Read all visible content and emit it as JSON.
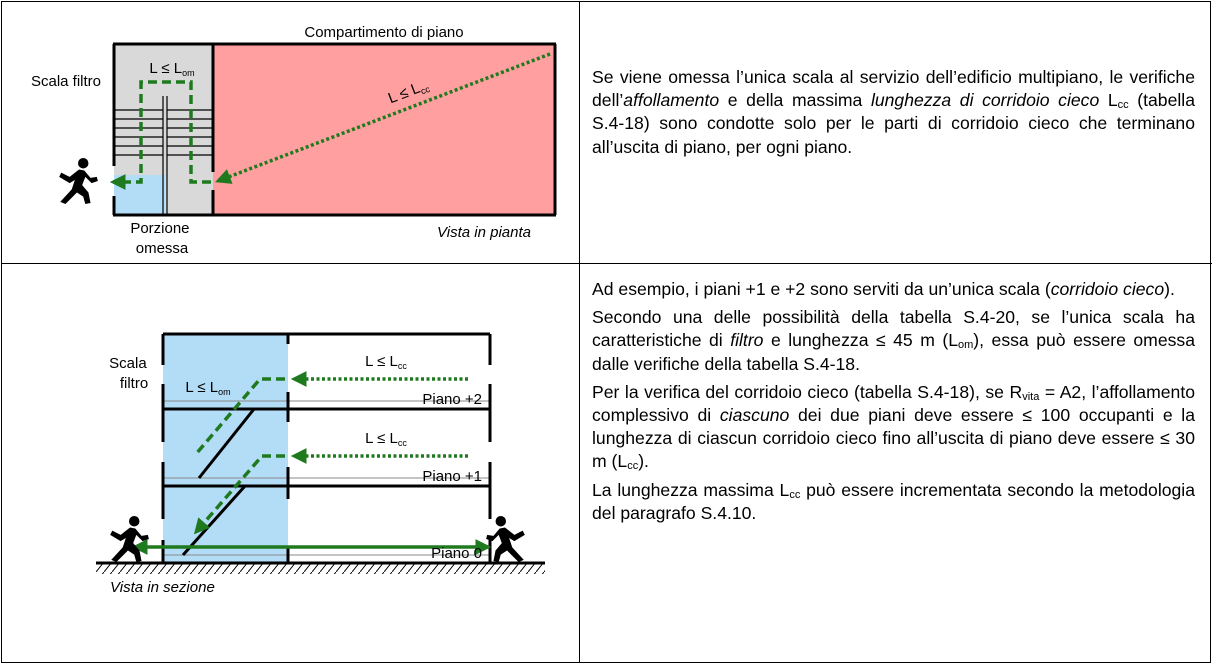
{
  "panel_top": {
    "diagram": {
      "title": "Compartimento di piano",
      "stair_label": "Scala filtro",
      "stair_distance_label": "L ≤ L",
      "stair_distance_sub": "om",
      "corridor_distance_label": "L ≤ L",
      "corridor_distance_sub": "cc",
      "omitted_label_line1": "Porzione",
      "omitted_label_line2": "omessa",
      "view_label": "Vista in pianta",
      "icons": [
        "running-person-icon"
      ],
      "colors": {
        "compartment": "#ff9f9f",
        "stair": "#d9d9d9",
        "omitted": "#b3dcf6",
        "arrow": "#1f7a1f"
      }
    },
    "text": {
      "p1_a": "Se viene omessa l’unica scala al servizio dell’edificio multipiano, le verifiche dell’",
      "p1_i1": "affollamento",
      "p1_b": " e della massima ",
      "p1_i2": "lunghezza di corridoio cieco",
      "p1_c": " L",
      "p1_sub": "cc",
      "p1_d": " (tabella S.4-18) sono condotte solo per le parti di corridoio cieco che terminano all’uscita di piano, per ogni piano."
    }
  },
  "panel_bottom": {
    "diagram": {
      "stair_label_line1": "Scala",
      "stair_label_line2": "filtro",
      "stair_distance_label": "L ≤ L",
      "stair_distance_sub": "om",
      "corridor_distance_label": "L ≤ L",
      "corridor_distance_sub": "cc",
      "floor_2": "Piano +2",
      "floor_1": "Piano +1",
      "floor_0": "Piano 0",
      "view_label": "Vista in sezione",
      "icons": [
        "running-person-icon",
        "running-person-icon"
      ]
    },
    "text": {
      "p1_a": "Ad esempio, i piani +1 e +2 sono serviti da un’unica scala (",
      "p1_i": "corridoio cieco",
      "p1_b": ").",
      "p2_a": "Secondo una delle possibilità della tabella S.4-20, se l’unica scala ha caratteristiche di ",
      "p2_i": "filtro",
      "p2_b": " e lunghezza ≤ 45 m (L",
      "p2_sub": "om",
      "p2_c": "), essa può essere omessa dalle verifiche della tabella S.4-18.",
      "p3_a": "Per la verifica del corridoio cieco (tabella S.4-18), se R",
      "p3_sub1": "vita",
      "p3_b": " = A2, l’affollamento complessivo di ",
      "p3_i": "ciascuno",
      "p3_c": " dei due piani deve essere ≤ 100 occupanti e la lunghezza di ciascun corridoio cieco fino all’uscita di piano deve essere ≤ 30 m (L",
      "p3_sub2": "cc",
      "p3_d": ").",
      "p4_a": "La lunghezza massima L",
      "p4_sub": "cc",
      "p4_b": " può essere incrementata secondo la metodologia del paragrafo S.4.10."
    }
  }
}
